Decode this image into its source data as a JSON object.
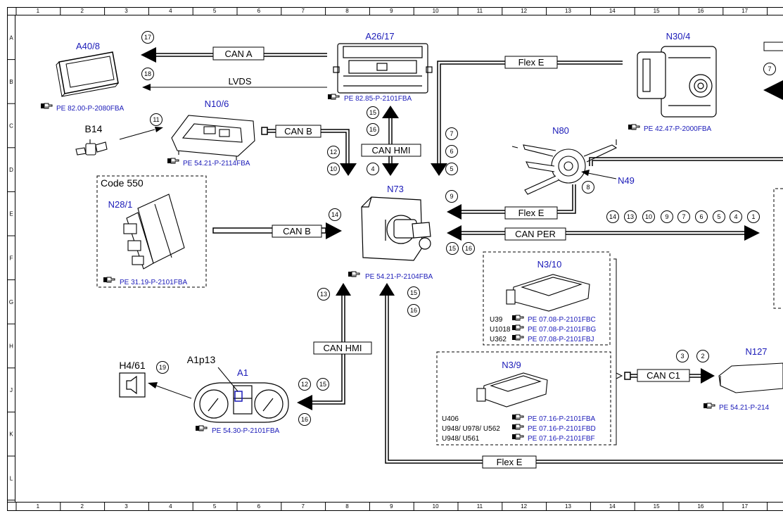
{
  "ruler": {
    "columns": [
      "1",
      "2",
      "3",
      "4",
      "5",
      "6",
      "7",
      "8",
      "9",
      "10",
      "11",
      "12",
      "13",
      "14",
      "15",
      "16",
      "17"
    ],
    "rows": [
      "A",
      "B",
      "C",
      "D",
      "E",
      "F",
      "G",
      "H",
      "J",
      "K",
      "L"
    ]
  },
  "components": {
    "a40_8": {
      "code": "A40/8",
      "ref": "PE 82.00-P-2080FBA"
    },
    "a26_17": {
      "code": "A26/17",
      "ref": "PE 82.85-P-2101FBA"
    },
    "n30_4": {
      "code": "N30/4",
      "ref": "PE 42.47-P-2000FBA"
    },
    "n10_6": {
      "code": "N10/6",
      "ref": "PE 54.21-P-2114FBA"
    },
    "b14": {
      "code": "B14"
    },
    "n80": {
      "code": "N80"
    },
    "n49": {
      "code": "N49"
    },
    "n28_1": {
      "code": "N28/1",
      "ref": "PE 31.19-P-2101FBA",
      "group_label": "Code 550"
    },
    "n73": {
      "code": "N73",
      "ref": "PE 54.21-P-2104FBA"
    },
    "n3_10": {
      "code": "N3/10",
      "variants": [
        {
          "v": "U39",
          "ref": "PE 07.08-P-2101FBC"
        },
        {
          "v": "U1018",
          "ref": "PE 07.08-P-2101FBG"
        },
        {
          "v": "U362",
          "ref": "PE 07.08-P-2101FBJ"
        }
      ]
    },
    "n3_9": {
      "code": "N3/9",
      "variants": [
        {
          "v": "U406",
          "ref": "PE 07.16-P-2101FBA"
        },
        {
          "v": "U948/ U978/ U562",
          "ref": "PE 07.16-P-2101FBD"
        },
        {
          "v": "U948/ U561",
          "ref": "PE 07.16-P-2101FBF"
        }
      ]
    },
    "n127": {
      "code": "N127",
      "ref": "PE 54.21-P-214"
    },
    "a1": {
      "code": "A1",
      "sub": "A1p13",
      "ref": "PE 54.30-P-2101FBA"
    },
    "h4_61": {
      "code": "H4/61"
    }
  },
  "buses": {
    "can_a": "CAN A",
    "lvds": "LVDS",
    "can_b_top": "CAN B",
    "can_hmi_top": "CAN HMI",
    "flex_e_top": "Flex E",
    "flex_e_mid": "Flex E",
    "can_per": "CAN PER",
    "can_b_left": "CAN B",
    "can_hmi_mid": "CAN HMI",
    "can_c1": "CAN C1",
    "flex_e_bottom": "Flex E"
  },
  "callouts": {
    "c17": "17",
    "c18": "18",
    "c11": "11",
    "c15a": "15",
    "c16a": "16",
    "c12a": "12",
    "c10a": "10",
    "c4": "4",
    "c7a": "7",
    "c6a": "6",
    "c5a": "5",
    "c8": "8",
    "c9a": "9",
    "c14a": "14",
    "c15b": "15",
    "c16b": "16",
    "c13": "13",
    "c15c": "15",
    "c16c": "16",
    "c12b": "12",
    "c15d": "15",
    "c16d": "16",
    "c19": "19",
    "c3": "3",
    "c2": "2",
    "c7b": "7",
    "r14": "14",
    "r13": "13",
    "r10": "10",
    "r9": "9",
    "r7": "7",
    "r6": "6",
    "r5": "5",
    "r4": "4",
    "r1": "1"
  },
  "icon_ref": "pointing-hand-reference-icon"
}
